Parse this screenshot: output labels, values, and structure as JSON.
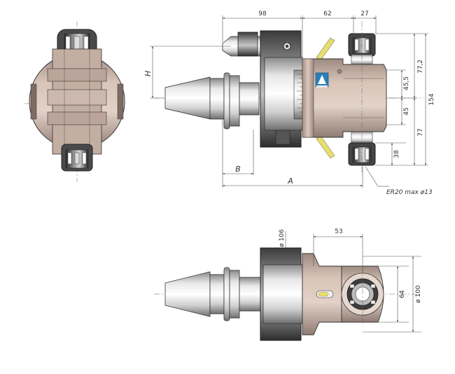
{
  "labels": {
    "dim_98": "98",
    "dim_62": "62",
    "dim_27": "27",
    "dim_H": "H",
    "dim_B": "B",
    "dim_A": "A",
    "dim_772": "77,2",
    "dim_455": "45,5",
    "dim_154": "154",
    "dim_45": "45",
    "dim_77": "77",
    "dim_38": "38",
    "note_collet": "ER20  max  ø13",
    "dim_106": "ø 106",
    "dim_53": "53",
    "dim_64": "64",
    "dim_100": "ø 100"
  },
  "colors": {
    "body_tan": "#c9b3a6",
    "body_tan_dark": "#a8928a",
    "steel_light": "#e4e4e4",
    "steel_mid": "#b8b8b8",
    "steel_dark": "#555555",
    "accent_yellow": "#e8df6a",
    "accent_blue": "#2a7fb8"
  }
}
